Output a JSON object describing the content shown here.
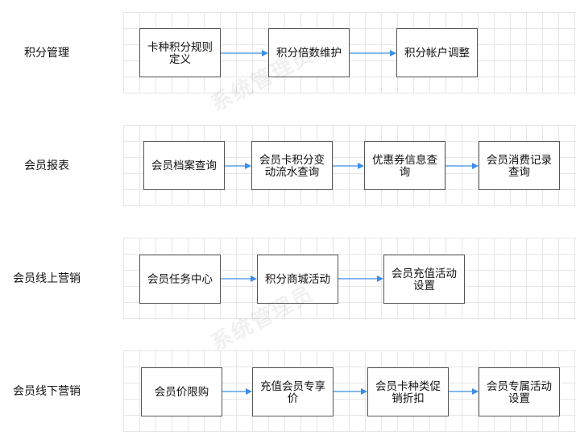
{
  "rows": [
    {
      "label": "积分管理",
      "nodes": [
        "卡种积分规则\n定义",
        "积分倍数维护",
        "积分帐户调整"
      ]
    },
    {
      "label": "会员报表",
      "nodes": [
        "会员档案查询",
        "会员卡积分变\n动流水查询",
        "优惠券信息查\n询",
        "会员消费记录\n查询"
      ]
    },
    {
      "label": "会员线上营销",
      "nodes": [
        "会员任务中心",
        "积分商城活动",
        "会员充值活动\n设置"
      ]
    },
    {
      "label": "会员线下营销",
      "nodes": [
        "会员价限购",
        "充值会员专享\n价",
        "会员卡种类促\n销折扣",
        "会员专属活动\n设置"
      ]
    }
  ],
  "watermark": "系统管理员",
  "colors": {
    "arrow": "#3d8ee8",
    "node_border": "#555555",
    "grid": "#e6e6e6"
  }
}
